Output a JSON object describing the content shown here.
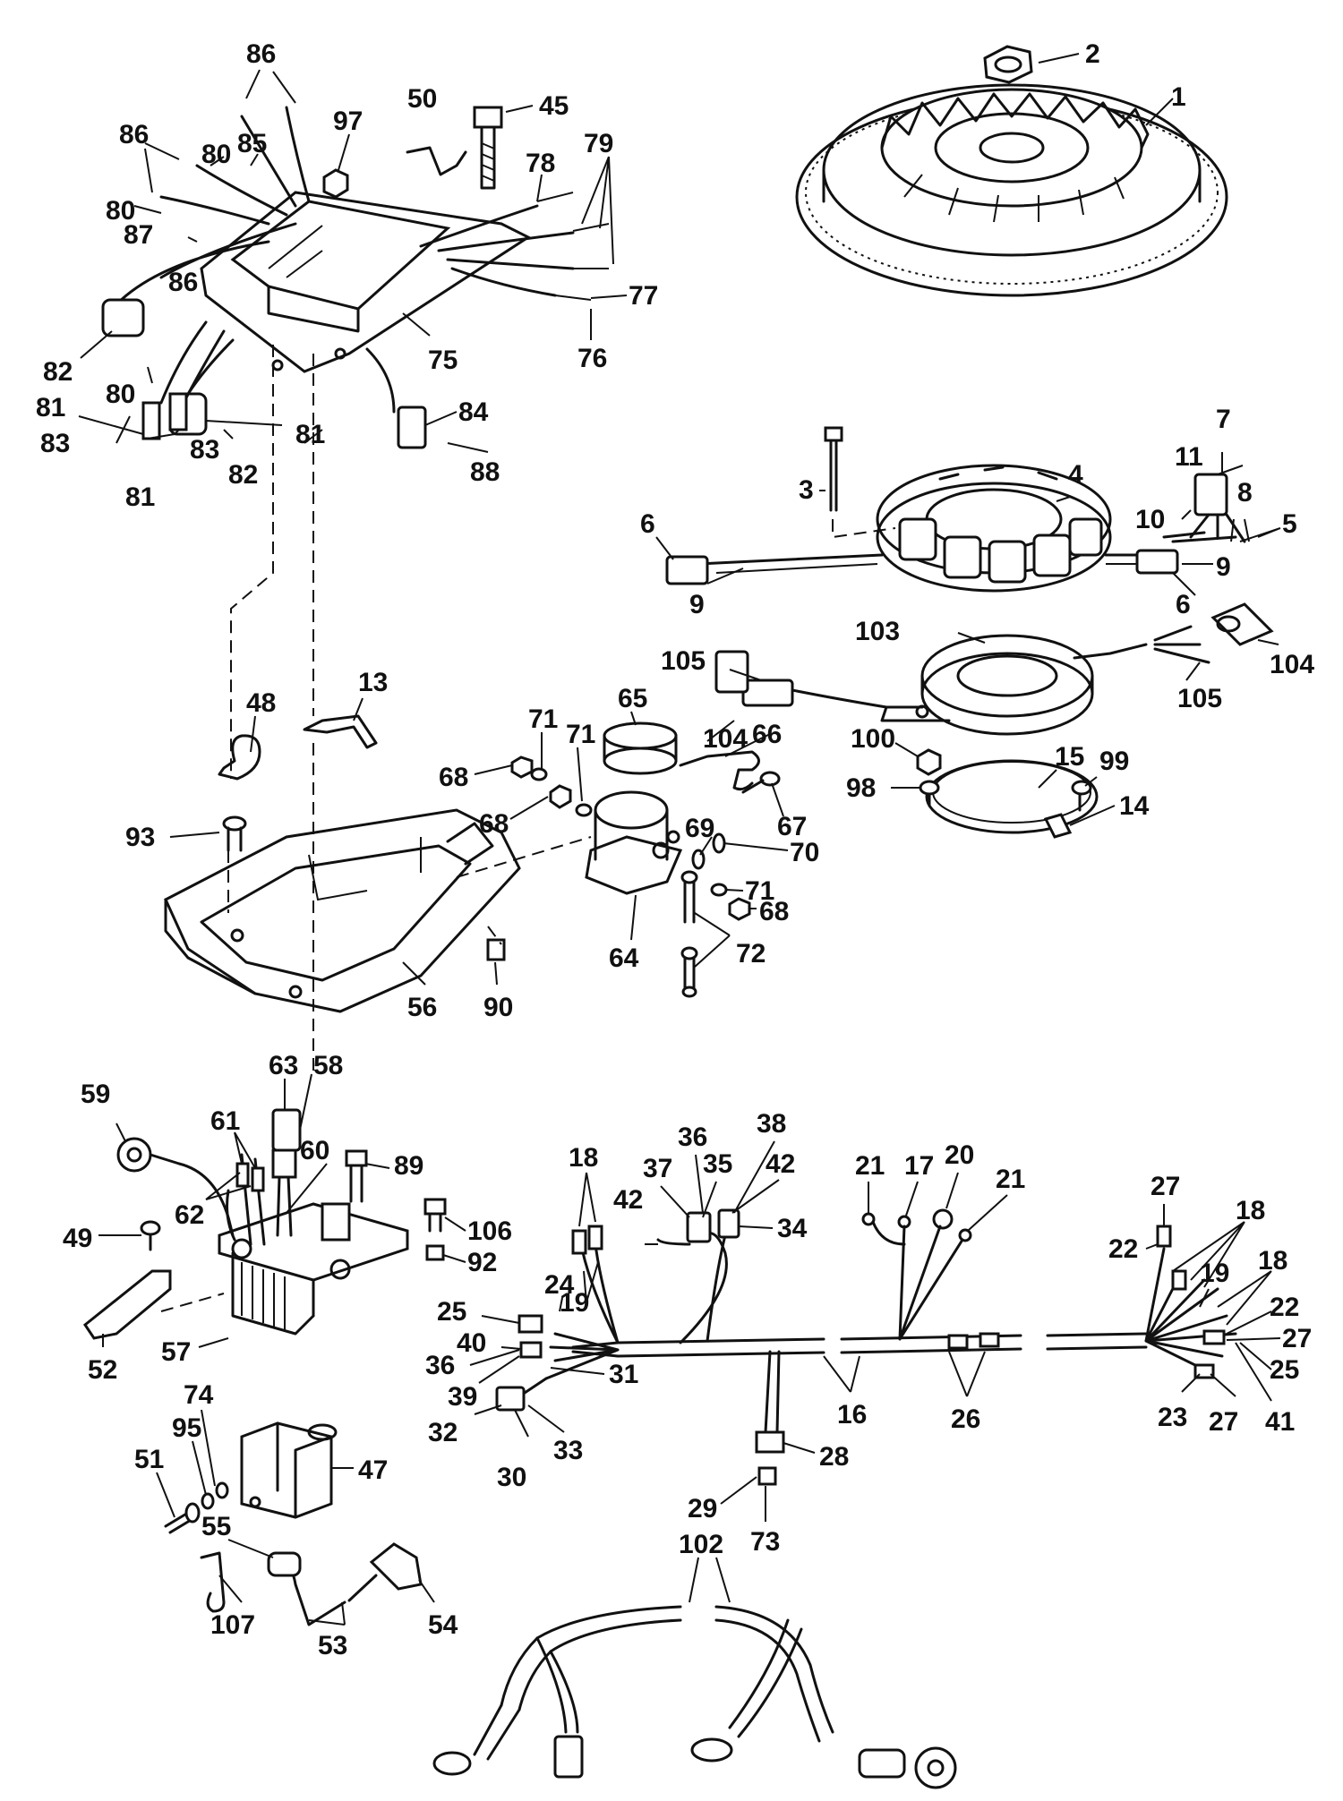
{
  "labels": [
    {
      "id": "c1",
      "text": "86"
    },
    {
      "id": "c2",
      "text": "50"
    },
    {
      "id": "c3",
      "text": "45"
    },
    {
      "id": "c4",
      "text": "2"
    },
    {
      "id": "c5",
      "text": "1"
    },
    {
      "id": "c6",
      "text": "86"
    },
    {
      "id": "c7",
      "text": "80"
    },
    {
      "id": "c8",
      "text": "85"
    },
    {
      "id": "c9",
      "text": "97"
    },
    {
      "id": "c10",
      "text": "78"
    },
    {
      "id": "c11",
      "text": "79"
    },
    {
      "id": "c12",
      "text": "80"
    },
    {
      "id": "c13",
      "text": "87"
    },
    {
      "id": "c14",
      "text": "86"
    },
    {
      "id": "c15",
      "text": "77"
    },
    {
      "id": "c16",
      "text": "82"
    },
    {
      "id": "c17",
      "text": "75"
    },
    {
      "id": "c18",
      "text": "76"
    },
    {
      "id": "c19",
      "text": "80"
    },
    {
      "id": "c20",
      "text": "81"
    },
    {
      "id": "c21",
      "text": "84"
    },
    {
      "id": "c22",
      "text": "83"
    },
    {
      "id": "c23",
      "text": "83"
    },
    {
      "id": "c24",
      "text": "81"
    },
    {
      "id": "c25",
      "text": "82"
    },
    {
      "id": "c26",
      "text": "88"
    },
    {
      "id": "c27",
      "text": "81"
    },
    {
      "id": "c28",
      "text": "7"
    },
    {
      "id": "c29",
      "text": "11"
    },
    {
      "id": "c30",
      "text": "4"
    },
    {
      "id": "c31",
      "text": "3"
    },
    {
      "id": "c32",
      "text": "8"
    },
    {
      "id": "c33",
      "text": "10"
    },
    {
      "id": "c34",
      "text": "5"
    },
    {
      "id": "c35",
      "text": "6"
    },
    {
      "id": "c36",
      "text": "9"
    },
    {
      "id": "c37",
      "text": "9"
    },
    {
      "id": "c38",
      "text": "6"
    },
    {
      "id": "c39",
      "text": "103"
    },
    {
      "id": "c40",
      "text": "104"
    },
    {
      "id": "c41",
      "text": "105"
    },
    {
      "id": "c42",
      "text": "105"
    },
    {
      "id": "c43",
      "text": "48"
    },
    {
      "id": "c44",
      "text": "13"
    },
    {
      "id": "c45",
      "text": "65"
    },
    {
      "id": "c46",
      "text": "104"
    },
    {
      "id": "c47",
      "text": "71"
    },
    {
      "id": "c48",
      "text": "71"
    },
    {
      "id": "c49",
      "text": "66"
    },
    {
      "id": "c50",
      "text": "15"
    },
    {
      "id": "c51",
      "text": "100"
    },
    {
      "id": "c52",
      "text": "99"
    },
    {
      "id": "c53",
      "text": "68"
    },
    {
      "id": "c54",
      "text": "98"
    },
    {
      "id": "c55",
      "text": "68"
    },
    {
      "id": "c56",
      "text": "67"
    },
    {
      "id": "c57",
      "text": "14"
    },
    {
      "id": "c58",
      "text": "93"
    },
    {
      "id": "c59",
      "text": "70"
    },
    {
      "id": "c60",
      "text": "69"
    },
    {
      "id": "c61",
      "text": "71"
    },
    {
      "id": "c62",
      "text": "68"
    },
    {
      "id": "c63",
      "text": "72"
    },
    {
      "id": "c64",
      "text": "64"
    },
    {
      "id": "c65",
      "text": "56"
    },
    {
      "id": "c66",
      "text": "90"
    },
    {
      "id": "c67",
      "text": "63"
    },
    {
      "id": "c68",
      "text": "58"
    },
    {
      "id": "c69",
      "text": "59"
    },
    {
      "id": "c70",
      "text": "61"
    },
    {
      "id": "c71",
      "text": "60"
    },
    {
      "id": "c72",
      "text": "89"
    },
    {
      "id": "c73",
      "text": "62"
    },
    {
      "id": "c74",
      "text": "106"
    },
    {
      "id": "c75",
      "text": "49"
    },
    {
      "id": "c76",
      "text": "92"
    },
    {
      "id": "c77",
      "text": "52"
    },
    {
      "id": "c78",
      "text": "57"
    },
    {
      "id": "c79",
      "text": "36"
    },
    {
      "id": "c80",
      "text": "38"
    },
    {
      "id": "c81",
      "text": "18"
    },
    {
      "id": "c82",
      "text": "37"
    },
    {
      "id": "c83",
      "text": "35"
    },
    {
      "id": "c84",
      "text": "42"
    },
    {
      "id": "c85",
      "text": "42"
    },
    {
      "id": "c86",
      "text": "34"
    },
    {
      "id": "c87",
      "text": "21"
    },
    {
      "id": "c88",
      "text": "17"
    },
    {
      "id": "c89",
      "text": "20"
    },
    {
      "id": "c90",
      "text": "21"
    },
    {
      "id": "c91",
      "text": "27"
    },
    {
      "id": "c92",
      "text": "18"
    },
    {
      "id": "c93",
      "text": "22"
    },
    {
      "id": "c94",
      "text": "19"
    },
    {
      "id": "c95",
      "text": "18"
    },
    {
      "id": "c96",
      "text": "24"
    },
    {
      "id": "c97",
      "text": "19"
    },
    {
      "id": "c98",
      "text": "25"
    },
    {
      "id": "c99",
      "text": "22"
    },
    {
      "id": "c100",
      "text": "40"
    },
    {
      "id": "c101",
      "text": "27"
    },
    {
      "id": "c102",
      "text": "36"
    },
    {
      "id": "c103",
      "text": "31"
    },
    {
      "id": "c104",
      "text": "39"
    },
    {
      "id": "c105",
      "text": "25"
    },
    {
      "id": "c106",
      "text": "16"
    },
    {
      "id": "c107",
      "text": "26"
    },
    {
      "id": "c108",
      "text": "23"
    },
    {
      "id": "c109",
      "text": "27"
    },
    {
      "id": "c110",
      "text": "41"
    },
    {
      "id": "c111",
      "text": "32"
    },
    {
      "id": "c112",
      "text": "33"
    },
    {
      "id": "c113",
      "text": "30"
    },
    {
      "id": "c114",
      "text": "28"
    },
    {
      "id": "c115",
      "text": "74"
    },
    {
      "id": "c116",
      "text": "95"
    },
    {
      "id": "c117",
      "text": "51"
    },
    {
      "id": "c118",
      "text": "47"
    },
    {
      "id": "c119",
      "text": "29"
    },
    {
      "id": "c120",
      "text": "73"
    },
    {
      "id": "c121",
      "text": "55"
    },
    {
      "id": "c122",
      "text": "102"
    },
    {
      "id": "c123",
      "text": "107"
    },
    {
      "id": "c124",
      "text": "54"
    },
    {
      "id": "c125",
      "text": "53"
    }
  ]
}
